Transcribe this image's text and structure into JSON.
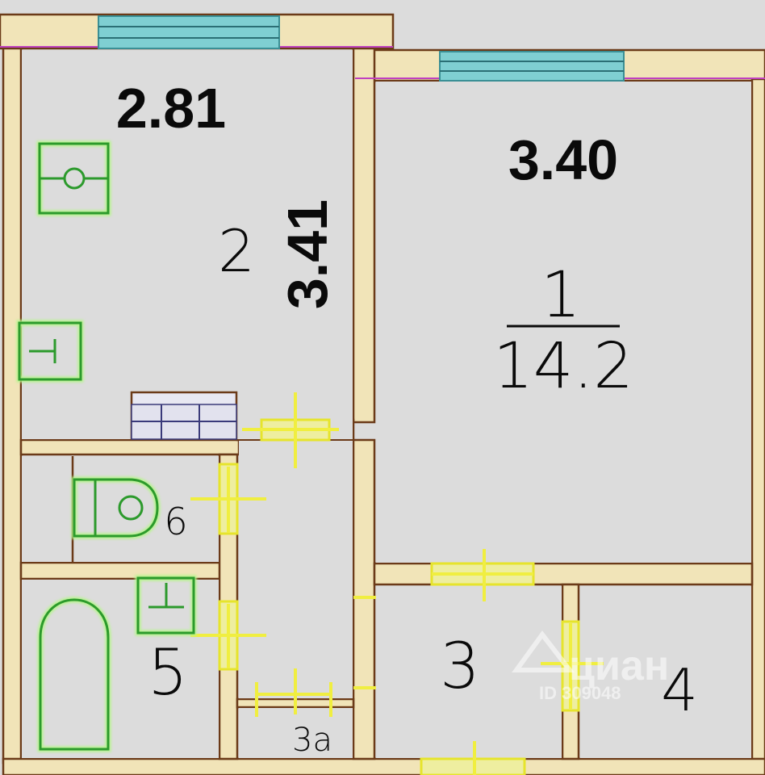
{
  "plan": {
    "dimensions": {
      "kitchen_width": "2.81",
      "kitchen_length": "3.41",
      "room_width": "3.40"
    },
    "rooms": {
      "room_1": {
        "number": "1",
        "area": "14.2"
      },
      "room_2": {
        "number": "2"
      },
      "room_3": {
        "number": "3"
      },
      "room_3a": {
        "number": "3a"
      },
      "room_4": {
        "number": "4"
      },
      "room_5": {
        "number": "5"
      },
      "room_6": {
        "number": "6"
      }
    },
    "watermark": {
      "brand": "циан",
      "id": "ID 309048"
    },
    "colors": {
      "wall": "#6b3a18",
      "wall_fill": "#f1e4b8",
      "floor": "#dcdcdc",
      "window": "#7fcfd2",
      "door": "#f0ee40",
      "fixture": "#2c9a2c",
      "fixture_glow": "#b6f58c"
    }
  }
}
